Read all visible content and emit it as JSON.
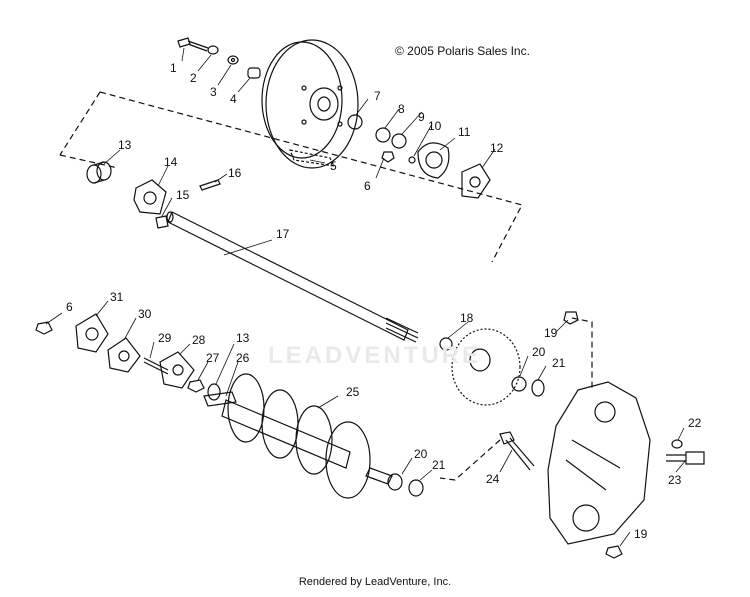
{
  "copyright": "© 2005 Polaris Sales Inc.",
  "credit": "Rendered by LeadVenture, Inc.",
  "watermark": "LEADVENTURE",
  "callouts": {
    "c1": "1",
    "c2": "2",
    "c3": "3",
    "c4": "4",
    "c5": "5",
    "c6a": "6",
    "c7": "7",
    "c8": "8",
    "c9": "9",
    "c10": "10",
    "c11": "11",
    "c12": "12",
    "c13a": "13",
    "c14": "14",
    "c15": "15",
    "c16": "16",
    "c17": "17",
    "c18": "18",
    "c19a": "19",
    "c20a": "20",
    "c21a": "21",
    "c6b": "6",
    "c31": "31",
    "c30": "30",
    "c29": "29",
    "c28": "28",
    "c13b": "13",
    "c27": "27",
    "c26": "26",
    "c25": "25",
    "c20b": "20",
    "c21b": "21",
    "c24": "24",
    "c22": "22",
    "c23": "23",
    "c19b": "19"
  }
}
